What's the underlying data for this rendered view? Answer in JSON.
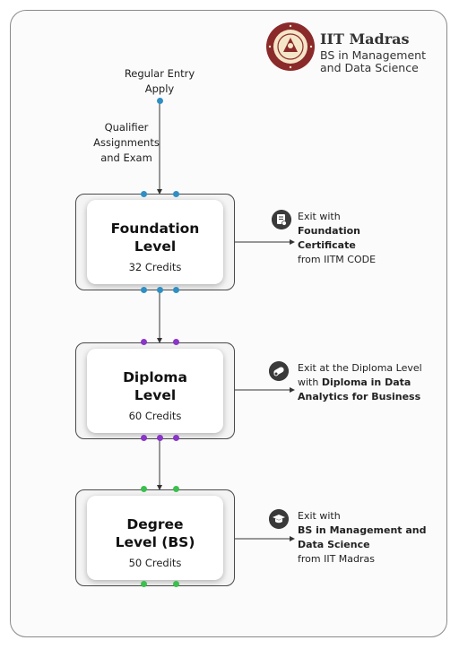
{
  "header": {
    "institute": "IIT Madras",
    "program": "BS in Management\nand Data Science"
  },
  "entry": {
    "title": "Regular Entry\nApply",
    "qualifier": "Qualifier\nAssignments\nand Exam"
  },
  "levels": [
    {
      "title": "Foundation\nLevel",
      "credits": "32 Credits",
      "accent": "#2f8fc4",
      "icon": "certificate-icon",
      "exit_line1": "Exit with",
      "exit_bold1": "Foundation",
      "exit_bold2": "Certificate",
      "exit_line4": "from IITM CODE"
    },
    {
      "title": "Diploma\nLevel",
      "credits": "60 Credits",
      "accent": "#8a35c8",
      "icon": "diploma-scroll-icon",
      "exit_line1": "Exit at the Diploma Level",
      "exit_pre2": "with ",
      "exit_bold2": "Diploma in Data",
      "exit_bold3": "Analytics for Business"
    },
    {
      "title": "Degree\nLevel (BS)",
      "credits": "50 Credits",
      "accent": "#3cbf4e",
      "icon": "graduation-cap-icon",
      "exit_line1": "Exit with",
      "exit_bold2": "BS in Management and",
      "exit_bold3": "Data Science",
      "exit_line4": "from IIT Madras"
    }
  ],
  "colors": {
    "foundation": "#2f8fc4",
    "diploma": "#8a35c8",
    "degree": "#3cbf4e",
    "seal": "#8b2a2a"
  }
}
